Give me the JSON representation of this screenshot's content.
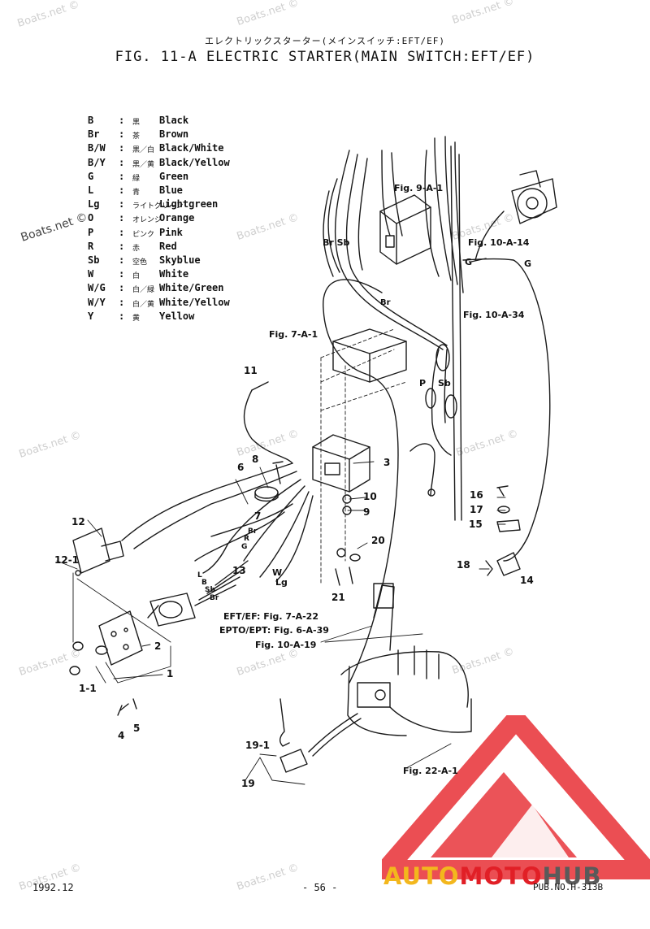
{
  "title": {
    "japanese": "エレクトリックスターター(メインスイッチ:EFT/EF)",
    "english": "FIG. 11-A ELECTRIC STARTER(MAIN SWITCH:EFT/EF)"
  },
  "legend": [
    {
      "code": "B",
      "jp": "黒",
      "name": "Black"
    },
    {
      "code": "Br",
      "jp": "茶",
      "name": "Brown"
    },
    {
      "code": "B/W",
      "jp": "黒／白",
      "name": "Black/White"
    },
    {
      "code": "B/Y",
      "jp": "黒／黄",
      "name": "Black/Yellow"
    },
    {
      "code": "G",
      "jp": "緑",
      "name": "Green"
    },
    {
      "code": "L",
      "jp": "青",
      "name": "Blue"
    },
    {
      "code": "Lg",
      "jp": "ライトグリーン",
      "name": "Lightgreen"
    },
    {
      "code": "O",
      "jp": "オレンジ",
      "name": "Orange"
    },
    {
      "code": "P",
      "jp": "ピンク",
      "name": "Pink"
    },
    {
      "code": "R",
      "jp": "赤",
      "name": "Red"
    },
    {
      "code": "Sb",
      "jp": "空色",
      "name": "Skyblue"
    },
    {
      "code": "W",
      "jp": "白",
      "name": "White"
    },
    {
      "code": "W/G",
      "jp": "白／緑",
      "name": "White/Green"
    },
    {
      "code": "W/Y",
      "jp": "白／黄",
      "name": "White/Yellow"
    },
    {
      "code": "Y",
      "jp": "黄",
      "name": "Yellow"
    }
  ],
  "legend_colon": ":",
  "figure_refs": {
    "fig_9a1": "Fig. 9-A-1",
    "fig_10a14": "Fig. 10-A-14",
    "fig_10a34": "Fig. 10-A-34",
    "fig_7a1": "Fig. 7-A-1",
    "eft_ef": "EFT/EF:  Fig. 7-A-22",
    "epto_ept": "EPTO/EPT:  Fig. 6-A-39",
    "fig_10a19": "Fig. 10-A-19",
    "fig_22a1": "Fig. 22-A-1"
  },
  "wire_labels": {
    "br_sb": "Br Sb",
    "br": "Br",
    "g1": "G",
    "g2": "G",
    "p": "P",
    "sb": "Sb",
    "w": "W",
    "lg": "Lg",
    "l": "L",
    "b": "B",
    "sb2": "Sb",
    "br2": "Br",
    "r": "R",
    "br3": "Br",
    "g3": "G"
  },
  "part_numbers": {
    "n1": "1",
    "n1_1": "1-1",
    "n2": "2",
    "n3": "3",
    "n4": "4",
    "n5": "5",
    "n6": "6",
    "n7": "7",
    "n8": "8",
    "n9": "9",
    "n10": "10",
    "n11": "11",
    "n12": "12",
    "n12_1": "12-1",
    "n13": "13",
    "n14": "14",
    "n15": "15",
    "n16": "16",
    "n17": "17",
    "n18": "18",
    "n19": "19",
    "n19_1": "19-1",
    "n20": "20",
    "n21": "21"
  },
  "watermark": "Boats.net ©",
  "footer": {
    "date": "1992.12",
    "page": "- 56 -",
    "pub": "PUB.NO.H-313B"
  },
  "logo": {
    "part1": "AUTO",
    "part2": "MOTO",
    "part3": "HUB",
    "colors": {
      "yellow": "#f3b71d",
      "red": "#e11f26",
      "gray": "#5a5a5a",
      "triangle": "#e8353b"
    }
  }
}
